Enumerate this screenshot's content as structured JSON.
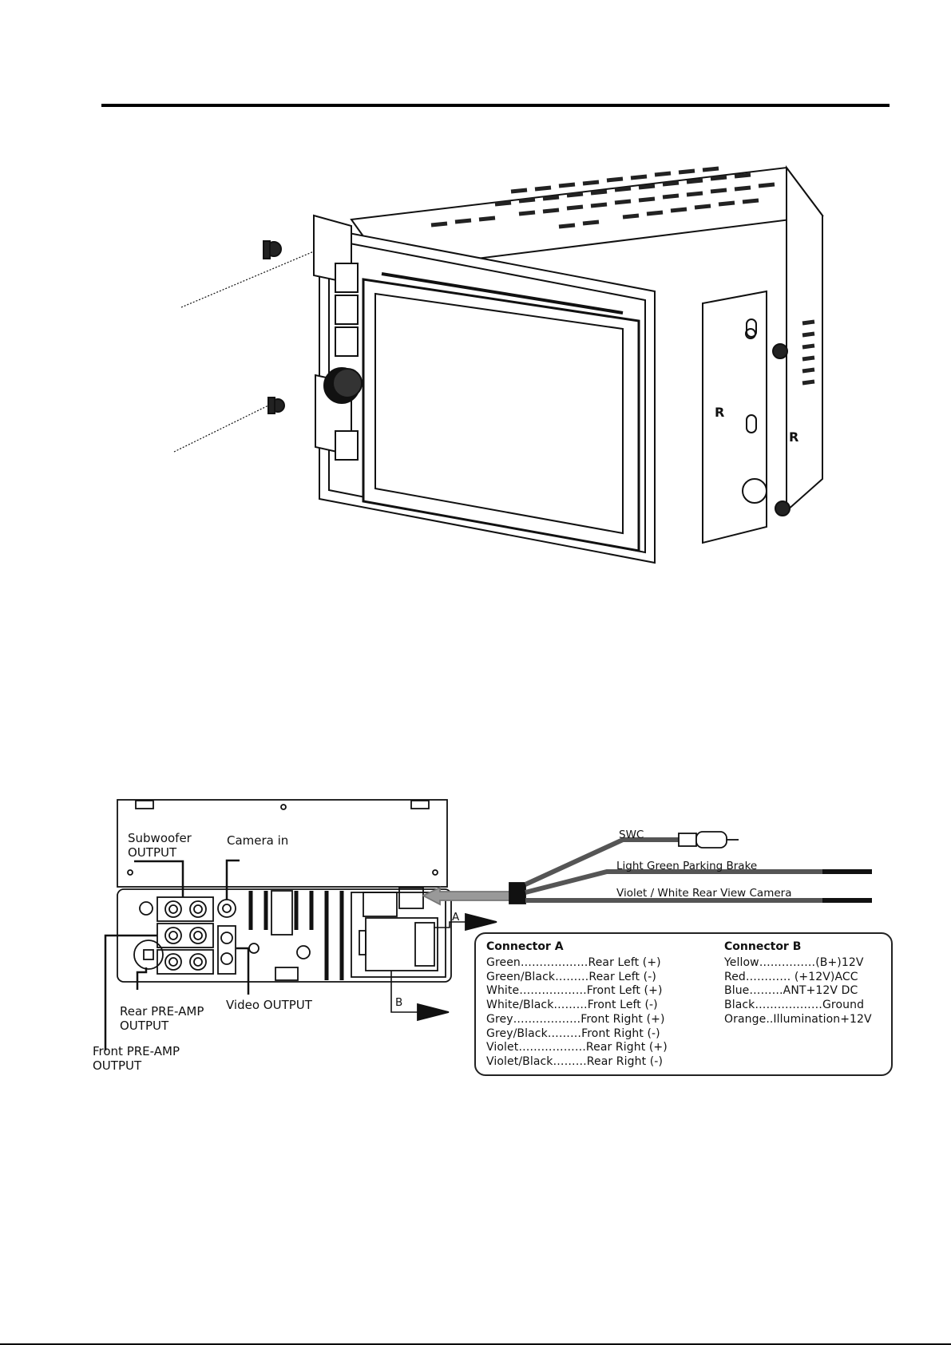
{
  "labels": {
    "subwoofer_line1": "Subwoofer",
    "subwoofer_line2": "OUTPUT",
    "camera_in": "Camera in",
    "rear_preamp_line1": "Rear PRE-AMP",
    "rear_preamp_line2": "OUTPUT",
    "front_preamp_line1": "Front PRE-AMP",
    "front_preamp_line2": "OUTPUT",
    "video_output": "Video OUTPUT",
    "swc": "SWC",
    "parking_brake": "Light Green Parking Brake",
    "rear_camera": "Violet / White Rear View Camera",
    "arrow_a": "A",
    "arrow_b": "B",
    "unit_r_left": "R",
    "unit_r_right": "R"
  },
  "connector_a": {
    "title": "Connector A",
    "rows": [
      "Green………………Rear Left (+)",
      "Green/Black………Rear Left (-)",
      "White………………Front Left (+)",
      "White/Black………Front Left (-)",
      "Grey………………Front Right (+)",
      "Grey/Black………Front Right (-)",
      "Violet………………Rear Right (+)",
      "Violet/Black………Rear Right (-)"
    ]
  },
  "connector_b": {
    "title": "Connector B",
    "rows": [
      "Yellow……………(B+)12V",
      "Red…………  (+12V)ACC",
      "Blue………ANT+12V DC",
      "Black………………Ground",
      "Orange..Illumination+12V"
    ]
  }
}
